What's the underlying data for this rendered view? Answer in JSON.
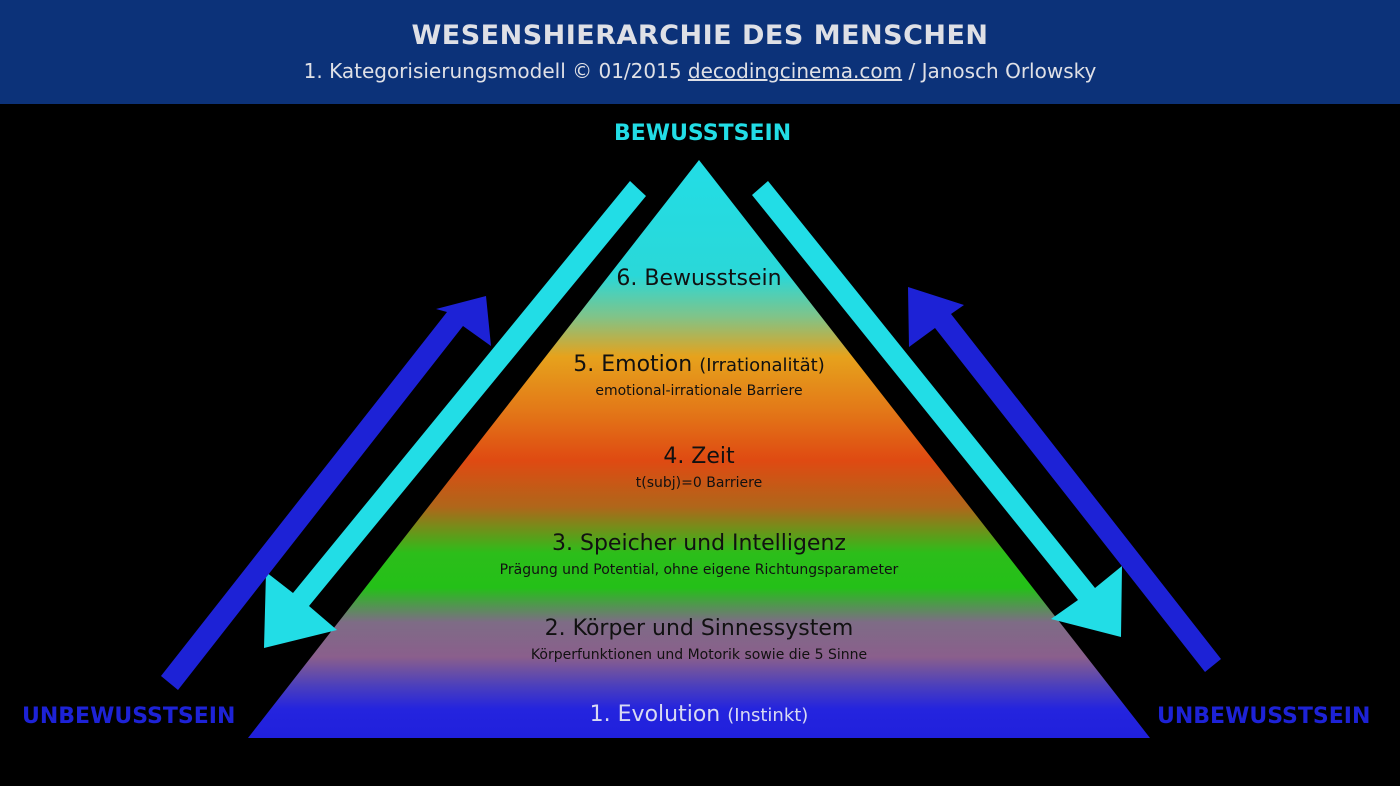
{
  "header": {
    "title": "WESENSHIERARCHIE DES MENSCHEN",
    "subtitle_prefix": "1. Kategorisierungsmodell © 01/2015 ",
    "subtitle_link": "decodingcinema.com",
    "subtitle_suffix": " / Janosch Orlowsky"
  },
  "labels": {
    "top": "BEWUSSTSEIN",
    "left": "UNBEWUSSTSEIN",
    "right": "UNBEWUSSTSEIN"
  },
  "levels": [
    {
      "main": "6. Bewusstsein",
      "paren": "",
      "sub": ""
    },
    {
      "main": "5. Emotion ",
      "paren": "(Irrationalität)",
      "sub": "emotional-irrationale Barriere"
    },
    {
      "main": "4. Zeit",
      "paren": "",
      "sub": "t(subj)=0 Barriere"
    },
    {
      "main": "3. Speicher und Intelligenz",
      "paren": "",
      "sub": "Prägung und Potential, ohne eigene Richtungsparameter"
    },
    {
      "main": "2. Körper und Sinnessystem",
      "paren": "",
      "sub": "Körperfunktionen und Motorik sowie die 5 Sinne"
    },
    {
      "main": "1. Evolution ",
      "paren": "(Instinkt)",
      "sub": ""
    }
  ],
  "colors": {
    "header_bg": "#0c3279",
    "cyan": "#22dde6",
    "blue": "#1d22d6",
    "level_6": "#22dde6",
    "level_5": "#e6a21c",
    "level_4": "#e04a12",
    "level_3": "#22c216",
    "level_2": "#8c5c8a",
    "level_1": "#2222de"
  }
}
